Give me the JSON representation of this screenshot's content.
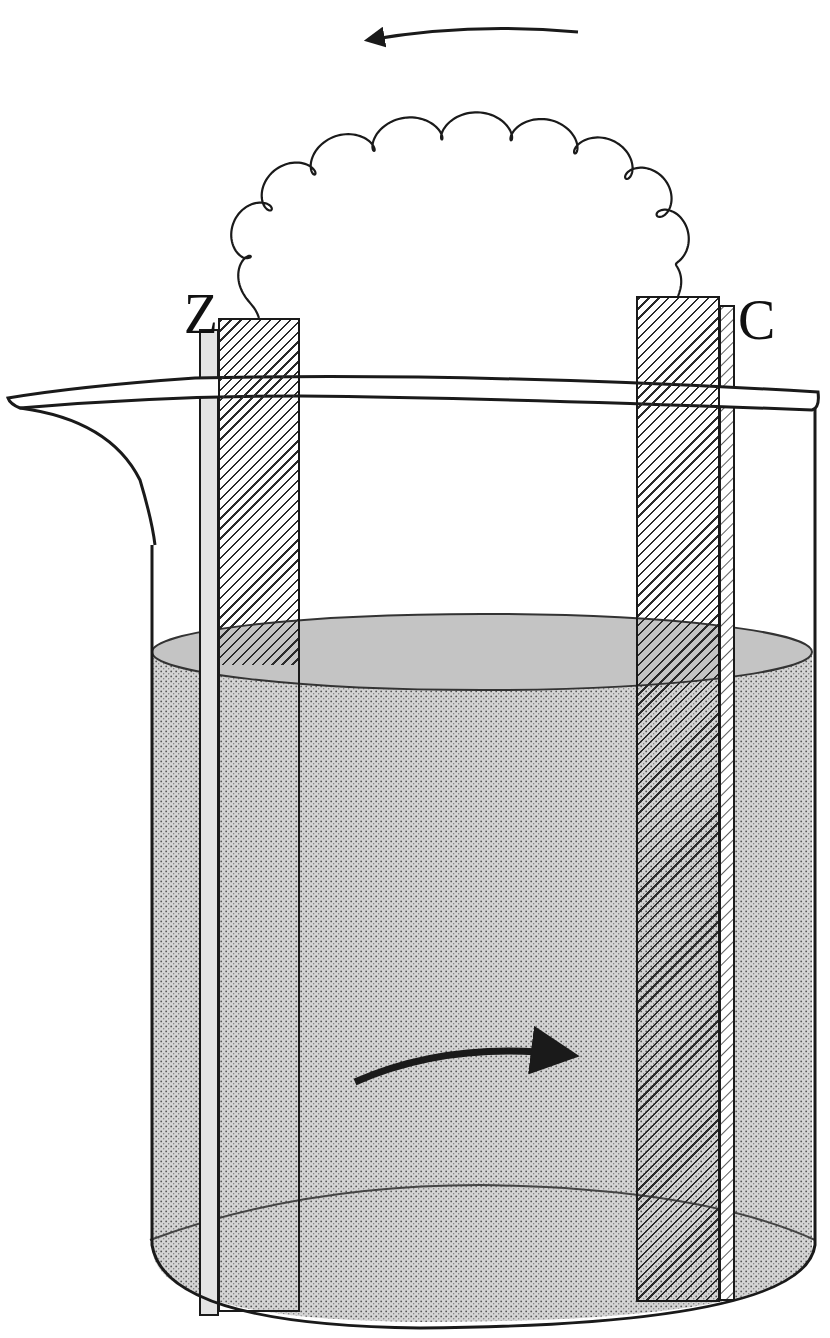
{
  "diagram": {
    "nodes": [
      {
        "text": [
          "Z"
        ]
      },
      {
        "text": [
          "C"
        ]
      }
    ],
    "edges": [
      {
        "from": 0,
        "to": 1,
        "arrow": "none"
      }
    ]
  }
}
